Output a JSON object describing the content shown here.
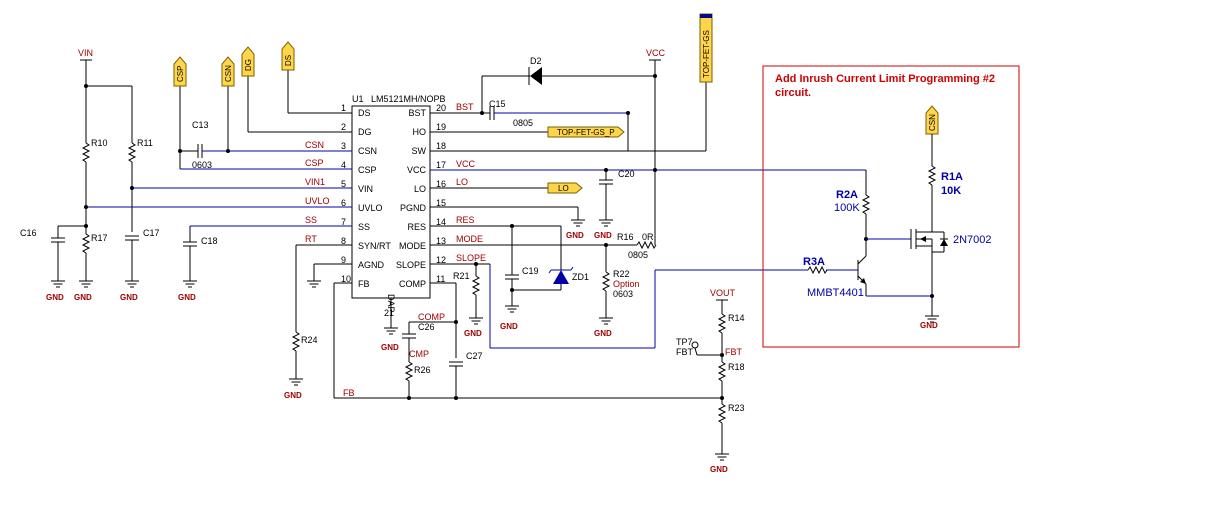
{
  "ic": {
    "ref": "U1",
    "part": "LM5121MH/NOPB",
    "left_pins": [
      {
        "num": "1",
        "name": "DS"
      },
      {
        "num": "2",
        "name": "DG"
      },
      {
        "num": "3",
        "name": "CSN"
      },
      {
        "num": "4",
        "name": "CSP"
      },
      {
        "num": "5",
        "name": "VIN"
      },
      {
        "num": "6",
        "name": "UVLO"
      },
      {
        "num": "7",
        "name": "SS"
      },
      {
        "num": "8",
        "name": "SYN/RT"
      },
      {
        "num": "9",
        "name": "AGND"
      },
      {
        "num": "10",
        "name": "FB"
      }
    ],
    "right_pins": [
      {
        "num": "20",
        "name": "BST"
      },
      {
        "num": "19",
        "name": "HO"
      },
      {
        "num": "18",
        "name": "SW"
      },
      {
        "num": "17",
        "name": "VCC"
      },
      {
        "num": "16",
        "name": "LO"
      },
      {
        "num": "15",
        "name": "PGND"
      },
      {
        "num": "14",
        "name": "RES"
      },
      {
        "num": "13",
        "name": "MODE"
      },
      {
        "num": "12",
        "name": "SLOPE"
      },
      {
        "num": "11",
        "name": "COMP"
      }
    ],
    "dap_num": "21",
    "dap_name": "DAP"
  },
  "nets": {
    "vin_top": "VIN",
    "vcc_top": "VCC",
    "vout": "VOUT",
    "left": [
      "CSN",
      "CSP",
      "VIN1",
      "UVLO",
      "SS",
      "RT"
    ],
    "right": [
      "BST",
      "VCC",
      "LO",
      "RES",
      "MODE",
      "SLOPE"
    ],
    "comp": "COMP",
    "cmp": "CMP",
    "fb": "FB",
    "fbt": "FBT"
  },
  "flags": {
    "csp": "CSP",
    "csn": "CSN",
    "dg": "DG",
    "ds": "DS",
    "top_fet": "TOP-FET-GS",
    "top_fet_p": "TOP-FET-GS_P",
    "lo": "LO",
    "csn2": "CSN"
  },
  "parts": {
    "c13": "C13",
    "c13_size": "0603",
    "c15": "C15",
    "c15_size": "0805",
    "c16": "C16",
    "c17": "C17",
    "c18": "C18",
    "c19": "C19",
    "c20": "C20",
    "c26": "C26",
    "c27": "C27",
    "d2": "D2",
    "zd1": "ZD1",
    "r10": "R10",
    "r11": "R11",
    "r17": "R17",
    "r16": "R16",
    "r16_val": "0R",
    "r16_size": "0805",
    "r21": "R21",
    "r22": "R22",
    "r22_opt": "Option",
    "r22_size": "0603",
    "r24": "R24",
    "r26": "R26",
    "r14": "R14",
    "r18": "R18",
    "r23": "R23",
    "tp7": "TP7"
  },
  "gnd": "GND",
  "annotation": {
    "line1": "Add Inrush Current Limit Programming #2",
    "line2": "circuit.",
    "r1a": "R1A",
    "r1a_val": "10K",
    "r2a": "R2A",
    "r2a_val": "100K",
    "r3a": "R3A",
    "q_npn": "MMBT4401",
    "q_fet": "2N7002"
  }
}
